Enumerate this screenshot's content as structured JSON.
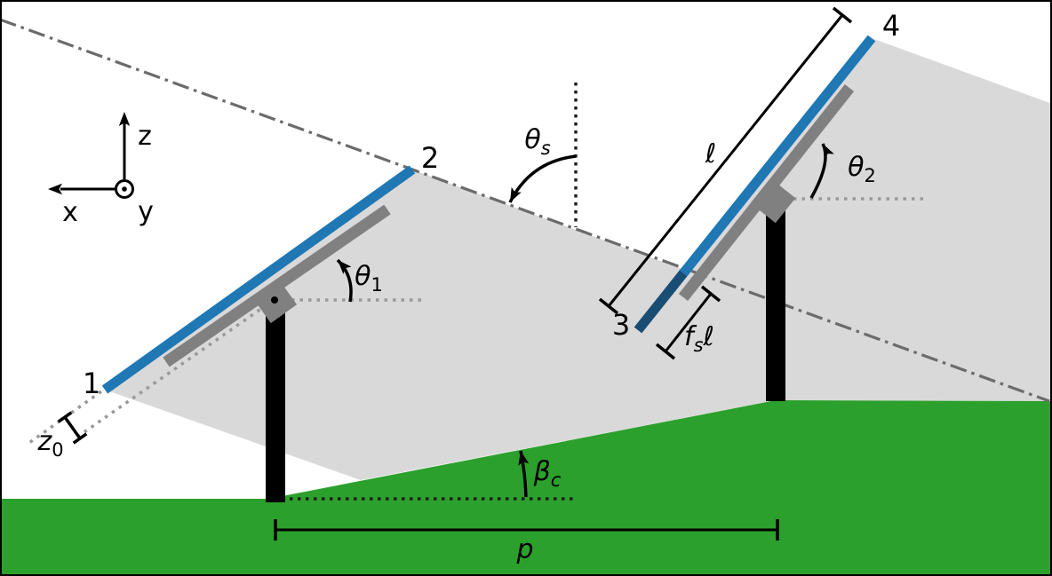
{
  "figure": {
    "title": "solar-panel-row-shading-geometry-diagram",
    "corner_labels": {
      "p1": "1",
      "p2": "2",
      "p3": "3",
      "p4": "4"
    },
    "axis_labels": {
      "x": "x",
      "y": "y",
      "z": "z"
    },
    "angle_labels": {
      "theta1": {
        "base": "θ",
        "sub": "1"
      },
      "theta2": {
        "base": "θ",
        "sub": "2"
      },
      "theta_s": {
        "base": "θ",
        "sub": "s"
      },
      "beta_c": {
        "base": "β",
        "sub": "c"
      }
    },
    "dim_labels": {
      "z0": {
        "base": "z",
        "sub": "0"
      },
      "ell": "ℓ",
      "fsl": {
        "base": "f",
        "sub": "s",
        "tail": "ℓ"
      },
      "pitch": "p"
    },
    "colors": {
      "panel_blue": "#1f77b4",
      "panel_shaded_blue": "#1a4d74",
      "frame_gray": "#808080",
      "shadow_gray": "#d9d9d9",
      "ground_green": "#2ca02c",
      "sun_ray_gray": "#6b6b6b",
      "guide_dot_gray": "#999999",
      "ink_black": "#000000"
    }
  }
}
